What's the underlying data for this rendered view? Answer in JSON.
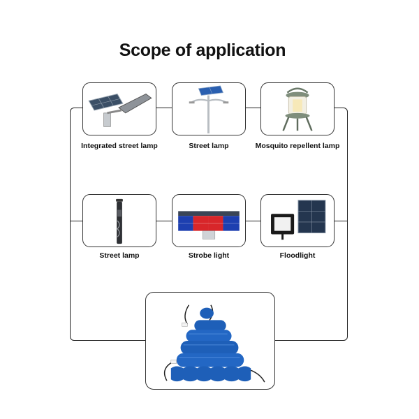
{
  "page": {
    "title": "Scope of application"
  },
  "applications": [
    {
      "label": "Integrated street lamp",
      "icon": "integrated-street-lamp-icon"
    },
    {
      "label": "Street lamp",
      "icon": "solar-street-lamp-icon"
    },
    {
      "label": "Mosquito repellent lamp",
      "icon": "mosquito-lamp-icon"
    },
    {
      "label": "Street lamp",
      "icon": "garden-pole-lamp-icon"
    },
    {
      "label": "Strobe light",
      "icon": "strobe-light-icon"
    },
    {
      "label": "Floodlight",
      "icon": "floodlight-icon"
    }
  ],
  "product": {
    "icon": "battery-pack-icon"
  },
  "colors": {
    "battery_blue": "#1e5fb8",
    "line": "#222222",
    "strobe_red": "#d8262a",
    "strobe_blue": "#1d3fb0"
  }
}
